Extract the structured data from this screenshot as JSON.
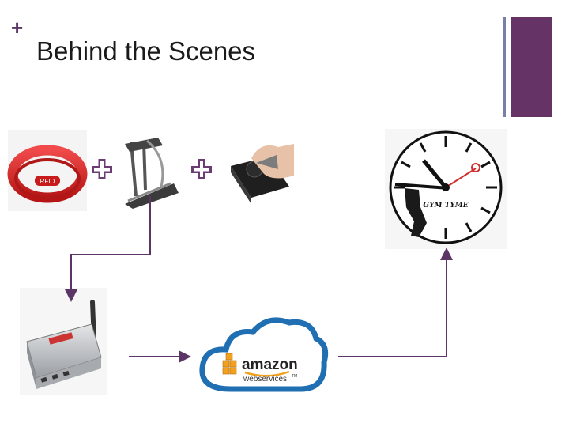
{
  "slide": {
    "title": "Behind the Scenes",
    "bullet_glyph": "+",
    "accent_color": "#663366",
    "secondary_accent": "#7a7fa8"
  },
  "diagram": {
    "nodes": [
      {
        "id": "rfid-wristband",
        "label": "RFID"
      },
      {
        "id": "treadmill"
      },
      {
        "id": "card-reader"
      },
      {
        "id": "gateway-router"
      },
      {
        "id": "amazon-web-services",
        "label": "amazon",
        "sublabel": "webservices",
        "tm": "TM"
      },
      {
        "id": "gym-clock",
        "label": "GYM TYME"
      }
    ],
    "connector_color": "#5b3566",
    "plus_color": "#6b3d73"
  }
}
